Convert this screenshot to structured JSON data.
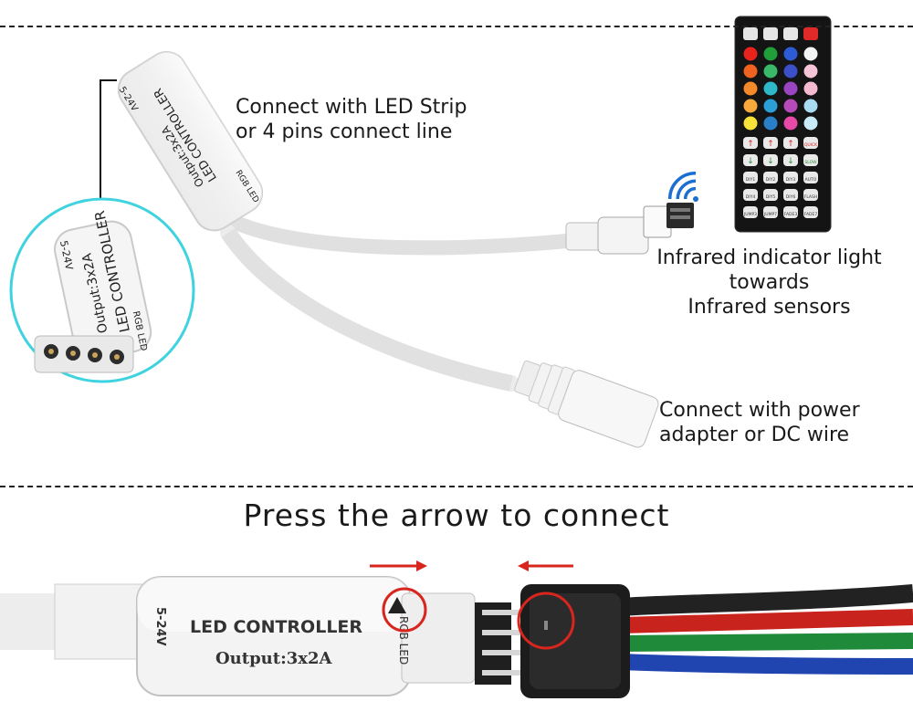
{
  "labels": {
    "led_strip": [
      "Connect with LED Strip",
      "or 4 pins connect line"
    ],
    "infrared": [
      "Infrared indicator light",
      "towards",
      "Infrared sensors"
    ],
    "power": [
      "Connect with power",
      "adapter or DC wire"
    ]
  },
  "heading": "Press the arrow to connect",
  "controller_top": {
    "name": "LED CONTROLLER",
    "output": "Output:3x2A",
    "voltage": "5-24V",
    "tag": "RGB LED"
  },
  "controller_bottom": {
    "name": "LED CONTROLLER",
    "output": "Output:3x2A",
    "voltage": "5-24V",
    "tag": "RGB LED"
  },
  "zoom_inset": {
    "name": "LED CONTROLLER",
    "output": "Output:3x2A",
    "voltage": "5-24V",
    "tag": "RGB LED"
  },
  "remote": {
    "buttons_top": [
      "☼",
      "☼",
      "▶❙",
      "⏻"
    ],
    "color_rows": [
      [
        "#e8231c",
        "#1f9e3a",
        "#2d5bd6",
        "#f4f4f4"
      ],
      [
        "#f0621f",
        "#39b86a",
        "#3b4fc9",
        "#f7c3d6"
      ],
      [
        "#f48a2a",
        "#2fb8c9",
        "#9a44c2",
        "#f5b9d0"
      ],
      [
        "#f7a93b",
        "#2a9fd8",
        "#b64ab8",
        "#a8dcf3"
      ],
      [
        "#f8e23a",
        "#2a7fc9",
        "#e64aa6",
        "#c7ecf7"
      ]
    ],
    "function_rows": [
      [
        "↑",
        "↑",
        "↑",
        "QUICK"
      ],
      [
        "↓",
        "↓",
        "↓",
        "SLOW"
      ],
      [
        "DIY1",
        "DIY2",
        "DIY3",
        "AUTO"
      ],
      [
        "DIY4",
        "DIY5",
        "DIY6",
        "FLASH"
      ],
      [
        "JUMP3",
        "JUMP7",
        "FADE3",
        "FADE7"
      ]
    ]
  },
  "colors": {
    "arrow": "#d8261f",
    "circle": "#d8261f",
    "inset_border": "#39d4e0",
    "wire_red": "#c8231c",
    "wire_green": "#1e8a3a",
    "wire_blue": "#2045b0"
  }
}
